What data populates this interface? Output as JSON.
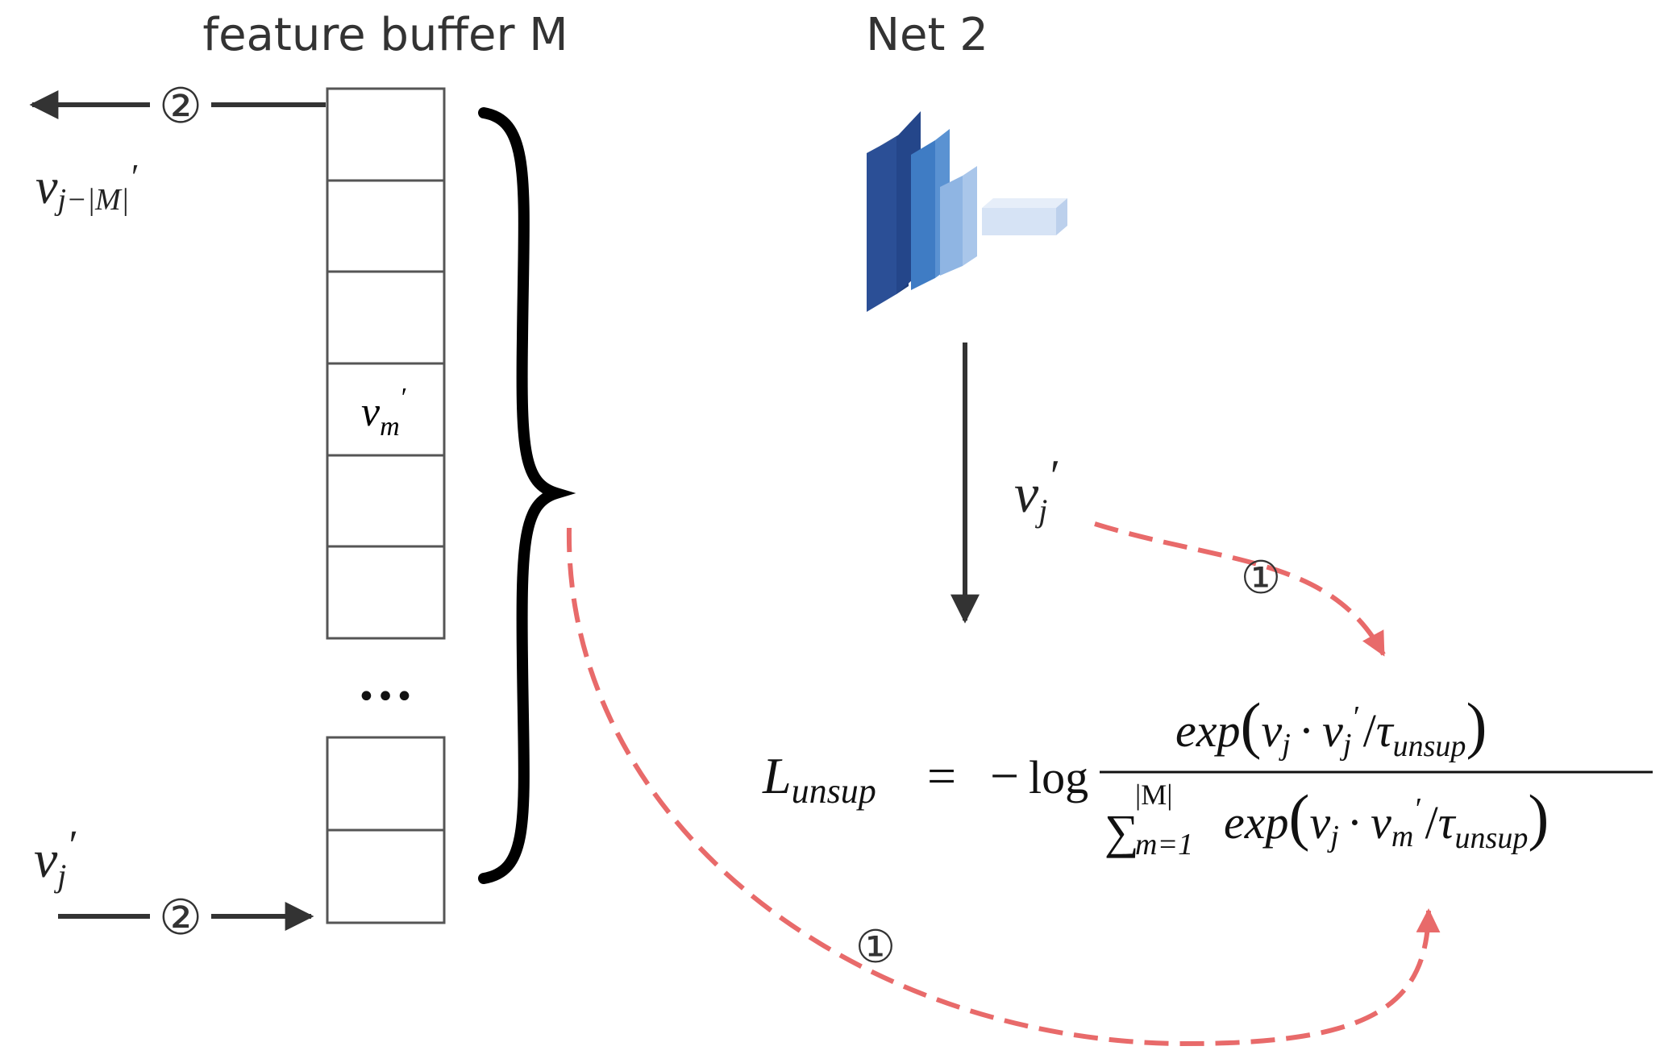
{
  "buffer": {
    "title": "feature buffer M",
    "cell_label_main": "v",
    "cell_label_sub": "m",
    "cell_label_prime": "′",
    "ellipsis": "•••"
  },
  "network": {
    "title": "Net 2",
    "colors": [
      "#2b4f96",
      "#3f7cc4",
      "#8fb5e3",
      "#c9d9f0",
      "#dde8f6"
    ]
  },
  "vectors": {
    "out_main": "v",
    "out_sub": "j−|M|",
    "out_prime": "′",
    "in_main": "v",
    "in_sub": "j",
    "in_prime": "′",
    "net_main": "v",
    "net_sub": "j",
    "net_prime": "′"
  },
  "steps": {
    "step1": "①",
    "step2": "②"
  },
  "formula": {
    "lhs_main": "L",
    "lhs_sub": "unsup",
    "equals": "=",
    "minus": "−",
    "log": "log",
    "num_exp": "exp",
    "num_v1": "v",
    "num_v1_sub": "j",
    "dot": "·",
    "num_v2": "v",
    "num_v2_sub": "j",
    "prime": "′",
    "slash": "/",
    "tau": "τ",
    "tau_sub": "unsup",
    "den_sigma": "∑",
    "den_sigma_sup": "|M|",
    "den_sigma_sub": "m=1",
    "den_exp": "exp",
    "den_v1": "v",
    "den_v1_sub": "j",
    "den_v2": "v",
    "den_v2_sub": "m",
    "lparen": "(",
    "rparen": ")"
  },
  "colors": {
    "dashed_arrow": "#e86a6a",
    "solid_arrow": "#333333",
    "brace": "#000000",
    "cell_border": "#555555"
  }
}
